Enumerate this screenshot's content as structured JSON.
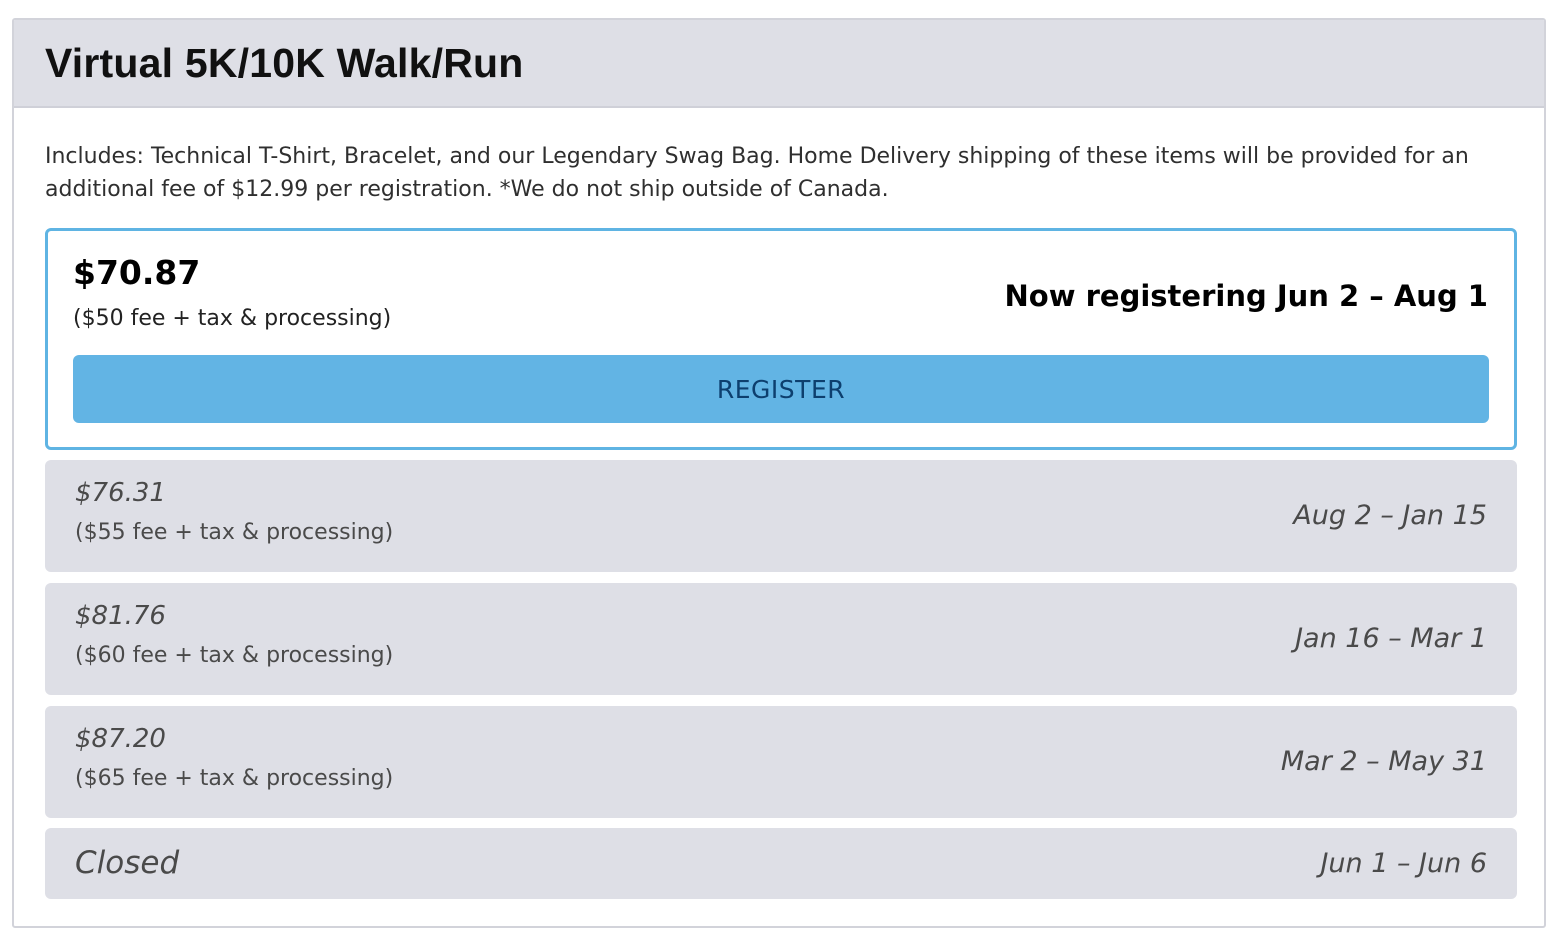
{
  "event": {
    "title": "Virtual 5K/10K Walk/Run",
    "description": "Includes: Technical T-Shirt, Bracelet, and our Legendary Swag Bag. Home Delivery shipping of these items will be provided for an additional fee of $12.99 per registration. *We do not ship outside of Canada."
  },
  "current_tier": {
    "price": "$70.87",
    "fee": "($50 fee + tax & processing)",
    "dates": "Now registering Jun 2 – Aug 1",
    "register_label": "REGISTER"
  },
  "tiers": [
    {
      "price": "$76.31",
      "fee": "($55 fee + tax & processing)",
      "dates": "Aug 2 – Jan 15"
    },
    {
      "price": "$81.76",
      "fee": "($60 fee + tax & processing)",
      "dates": "Jan 16 – Mar 1"
    },
    {
      "price": "$87.20",
      "fee": "($65 fee + tax & processing)",
      "dates": "Mar 2 – May 31"
    }
  ],
  "closed_tier": {
    "label": "Closed",
    "dates": "Jun 1 – Jun 6"
  },
  "colors": {
    "accent": "#62b4e4",
    "header_bg": "#dedfe6",
    "button_text": "#0d3f6e"
  }
}
